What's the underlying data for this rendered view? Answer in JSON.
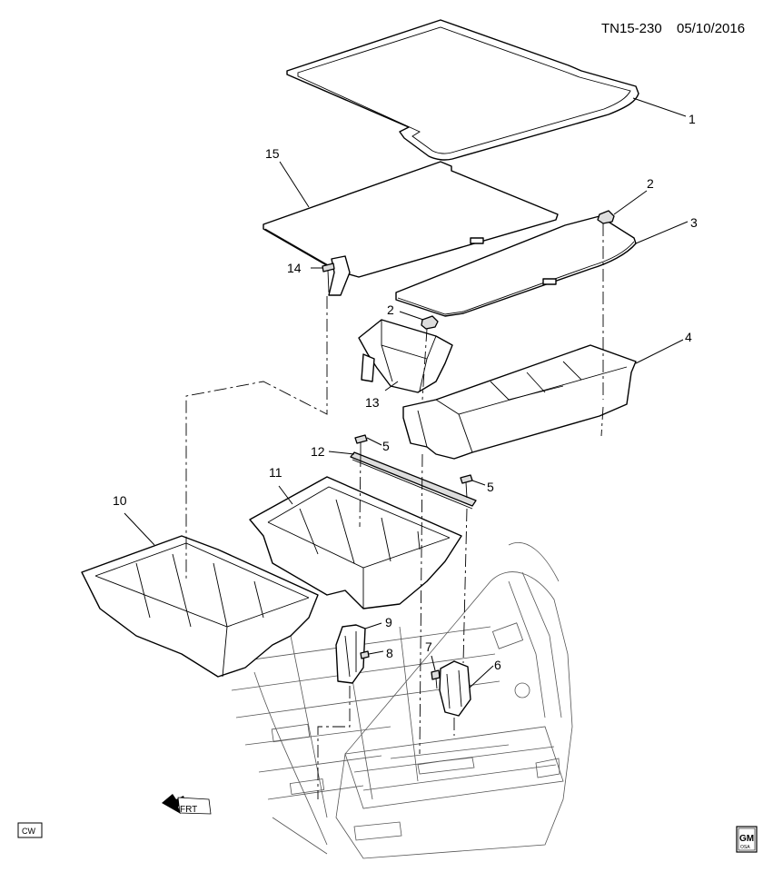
{
  "header": {
    "diagram_id": "TN15-230",
    "date": "05/10/2016"
  },
  "callouts": [
    {
      "id": "1",
      "label": "1"
    },
    {
      "id": "2a",
      "label": "2"
    },
    {
      "id": "2b",
      "label": "2"
    },
    {
      "id": "3",
      "label": "3"
    },
    {
      "id": "4",
      "label": "4"
    },
    {
      "id": "5a",
      "label": "5"
    },
    {
      "id": "5b",
      "label": "5"
    },
    {
      "id": "6",
      "label": "6"
    },
    {
      "id": "7",
      "label": "7"
    },
    {
      "id": "8",
      "label": "8"
    },
    {
      "id": "9",
      "label": "9"
    },
    {
      "id": "10",
      "label": "10"
    },
    {
      "id": "11",
      "label": "11"
    },
    {
      "id": "12",
      "label": "12"
    },
    {
      "id": "13",
      "label": "13"
    },
    {
      "id": "14",
      "label": "14"
    },
    {
      "id": "15",
      "label": "15"
    }
  ],
  "footer": {
    "cw_badge": "CW",
    "front_label": "FRT",
    "logo_text": "GM",
    "logo_subtext": "OSA"
  },
  "icons": [
    "front-direction-arrow-icon",
    "gm-logo-icon"
  ]
}
